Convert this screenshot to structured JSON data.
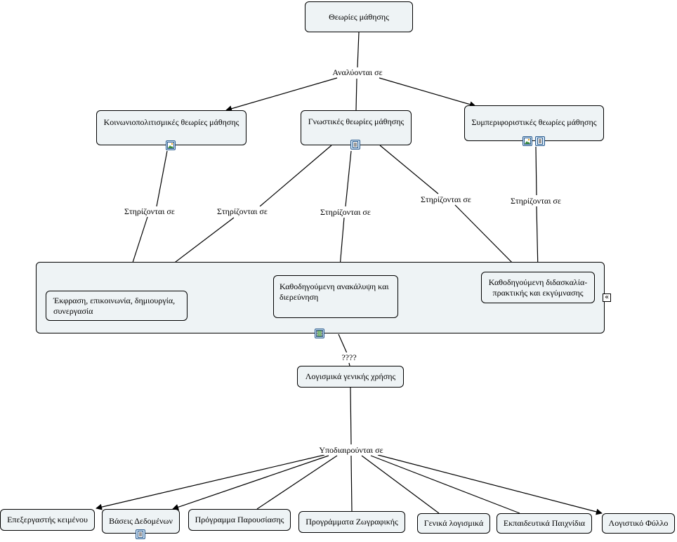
{
  "concepts": {
    "root": "Θεωρίες μάθησης",
    "socio": "Κοινωνιοπολιτισμικές θεωρίες μάθησης",
    "cognitive": "Γνωστικές θεωρίες μάθησης",
    "behavioral": "Συμπεριφοριστικές θεωρίες μάθησης",
    "expression": "Έκφραση, επικοινωνία, δημιουργία, συνεργασία",
    "discovery": "Καθοδηγούμενη ανακάλυψη και διερεύνηση",
    "practice": "Καθοδηγούμενη διδασκαλία- πρακτικής και εκγύμνασης",
    "software": "Λογισμικά γενικής χρήσης",
    "word": "Επεξεργαστής κειμένου",
    "db": "Βάσεις Δεδομένων",
    "presentation": "Πρόγραμμα Παρουσίασης",
    "paint": "Προγράμματα Ζωγραφικής",
    "general": "Γενικά λογισμικά",
    "games": "Εκπαιδευτικά Παιχνίδια",
    "spreadsheet": "Λογιστικό Φύλλο"
  },
  "links": {
    "analyzed": "Αναλύονται σε",
    "supported_1": "Στηρίζονται σε",
    "supported_2": "Στηρίζονται σε",
    "supported_3": "Στηρίζονται σε",
    "supported_4": "Στηρίζονται σε",
    "supported_5": "Στηρίζονται σε",
    "unknown": "????",
    "subdivided": "Υποδιαιρούνται σε"
  },
  "icons": {
    "image": "image-icon",
    "document": "document-icon",
    "video": "video-icon",
    "collapse": "double-chevron-left-icon"
  },
  "colors": {
    "node_fill": "#eef3f5",
    "line": "#000000",
    "badge_border": "#2a5a8c",
    "badge_fill": "#cfe3f5"
  }
}
